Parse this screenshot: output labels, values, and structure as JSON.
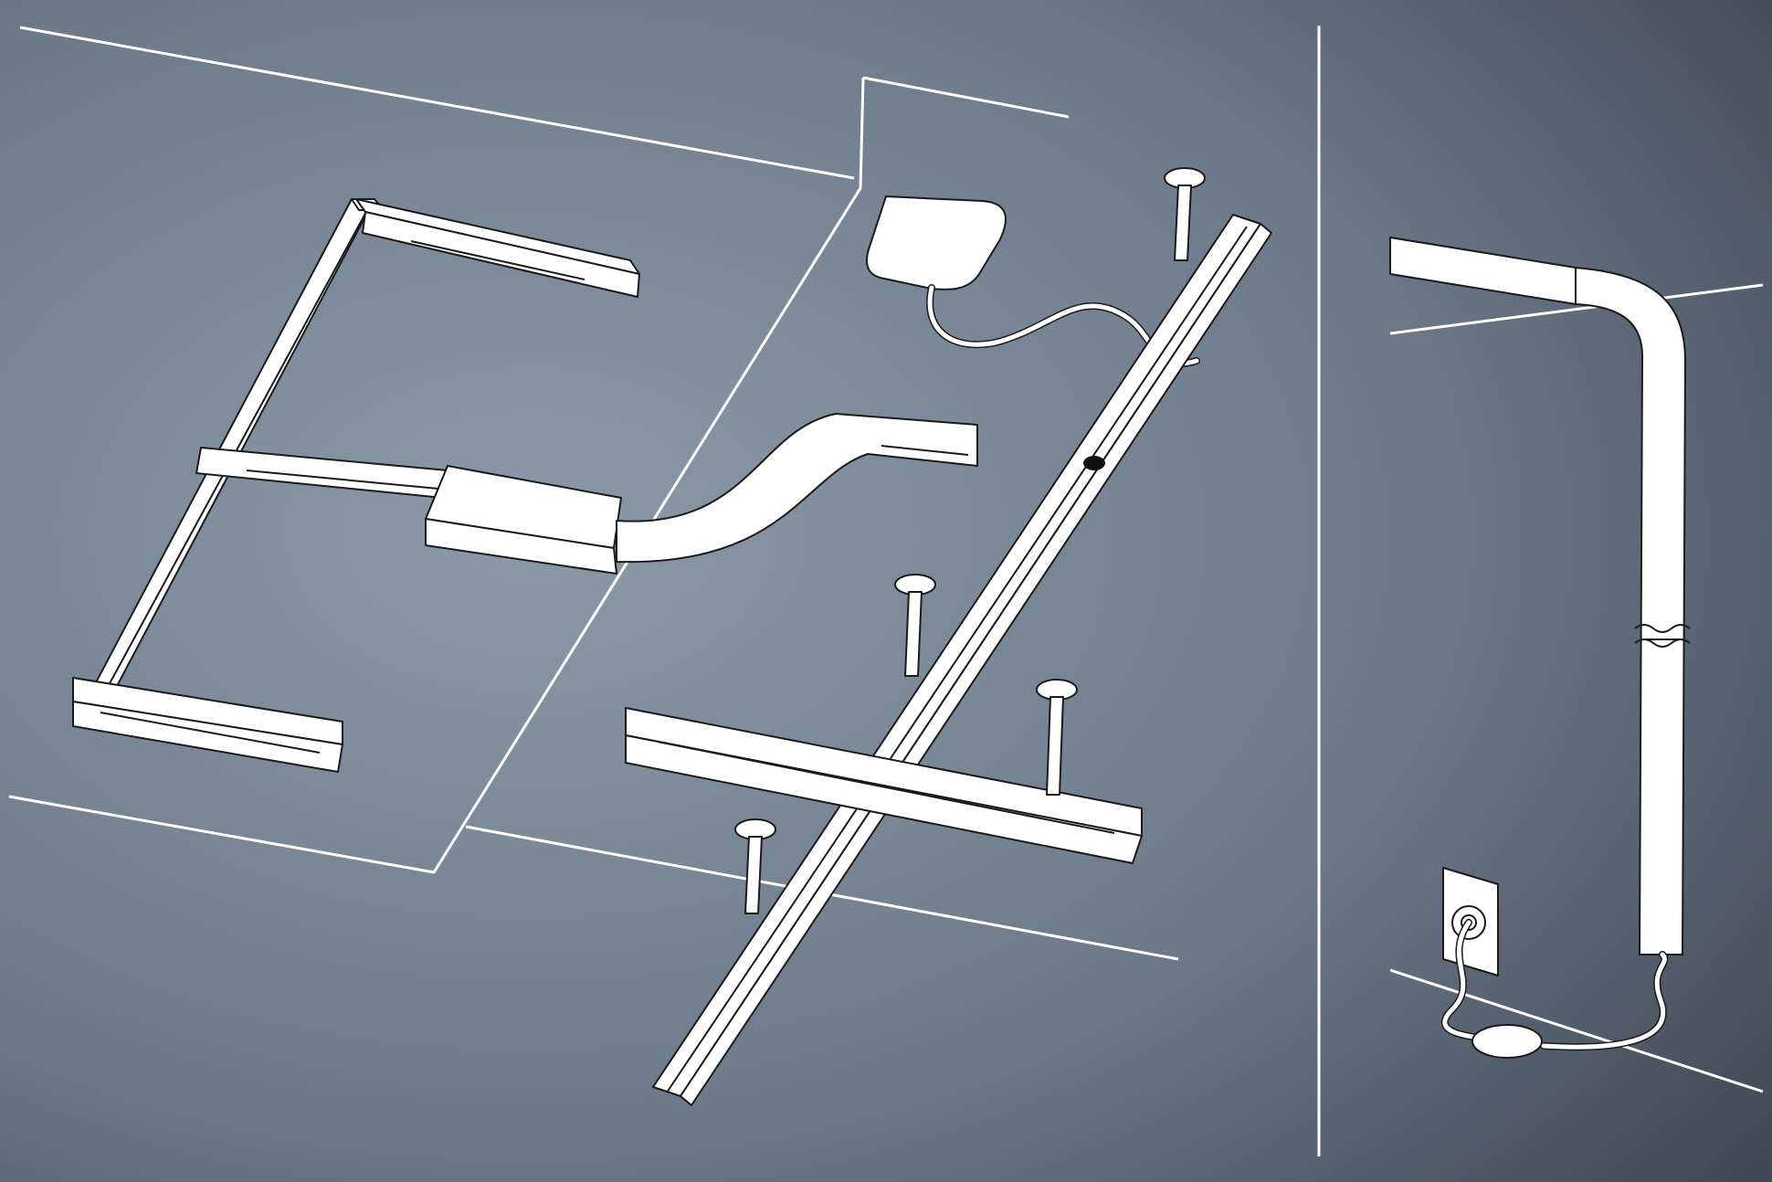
{
  "colors": {
    "background_light": "#8c9aa8",
    "background_dark": "#373f4a",
    "line_art": "#ffffff",
    "outline": "#1a1a1a"
  },
  "icons": [
    "ceiling-track-e-layout",
    "track-transformer",
    "ceiling-canopy",
    "pendant-rod",
    "wall-outlet",
    "in-line-switch"
  ]
}
